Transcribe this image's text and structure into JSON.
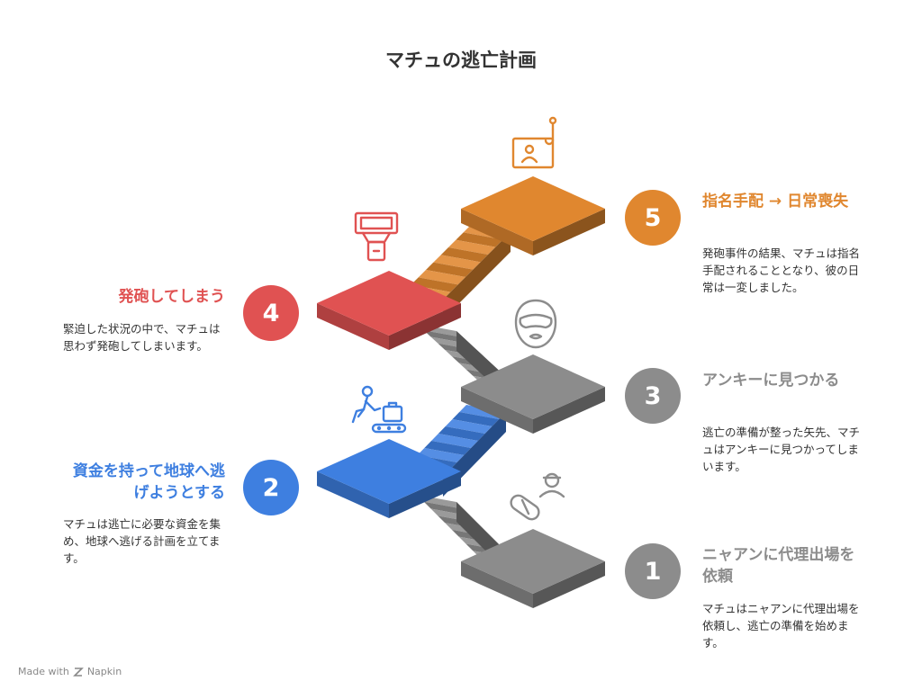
{
  "title": "マチュの逃亡計画",
  "steps": [
    {
      "number": "1",
      "title": "ニャアンに代理出場を依頼",
      "description": "マチュはニャアンに代理出場を依頼し、逃亡の準備を始めます。",
      "color": "#8c8c8c",
      "icon": "pill-and-person-icon"
    },
    {
      "number": "2",
      "title": "資金を持って地球へ逃げようとする",
      "description": "マチュは逃亡に必要な資金を集め、地球へ逃げる計画を立てます。",
      "color": "#3e7fe0",
      "icon": "luggage-conveyor-icon"
    },
    {
      "number": "3",
      "title": "アンキーに見つかる",
      "description": "逃亡の準備が整った矢先、マチュはアンキーに見つかってしまいます。",
      "color": "#8c8c8c",
      "icon": "masked-face-icon"
    },
    {
      "number": "4",
      "title": "発砲してしまう",
      "description": "緊迫した状況の中で、マチュは思わず発砲してしまいます。",
      "color": "#e05252",
      "icon": "flash-gun-icon"
    },
    {
      "number": "5",
      "title": "指名手配 → 日常喪失",
      "description": "発砲事件の結果、マチュは指名手配されることとなり、彼の日常は一変しました。",
      "color": "#e0872f",
      "icon": "wanted-poster-icon"
    }
  ],
  "footer": {
    "made_with": "Made with",
    "brand": "Napkin"
  }
}
